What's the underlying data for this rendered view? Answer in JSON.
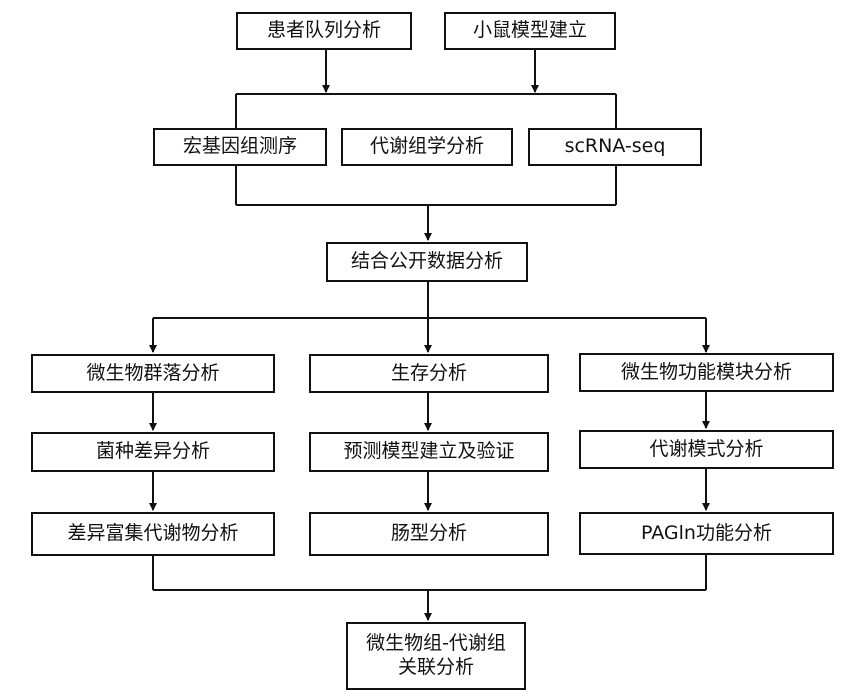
{
  "diagram": {
    "line_color": "#111111",
    "nodes": {
      "patient_cohort": "患者队列分析",
      "mouse_model": "小鼠模型建立",
      "metagenomics": "宏基因组测序",
      "metabolomics": "代谢组学分析",
      "scrna": "scRNA-seq",
      "public_data": "结合公开数据分析",
      "microbial_community": "微生物群落分析",
      "survival": "生存分析",
      "microbial_function": "微生物功能模块分析",
      "species_diff": "菌种差异分析",
      "prediction_model": "预测模型建立及验证",
      "metabolic_pattern": "代谢模式分析",
      "diff_metabolites": "差异富集代谢物分析",
      "enterotype": "肠型分析",
      "pagln_function": "PAGln功能分析",
      "correlation_line1": "微生物组-代谢组",
      "correlation_line2": "关联分析"
    }
  }
}
